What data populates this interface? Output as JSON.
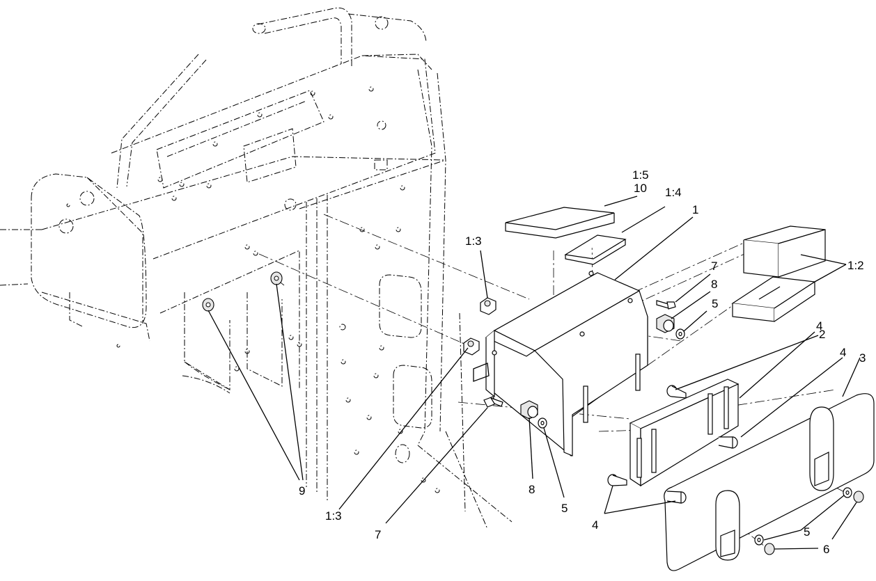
{
  "callouts": {
    "c_1_5": "1:5",
    "c_10": "10",
    "c_1_4": "1:4",
    "c_1": "1",
    "c_1_3_top": "1:3",
    "c_1_2": "1:2",
    "c_7_top": "7",
    "c_8_top": "8",
    "c_5_top": "5",
    "c_4_a": "4",
    "c_2": "2",
    "c_4_b": "4",
    "c_3": "3",
    "c_9": "9",
    "c_1_3_bottom": "1:3",
    "c_7_bottom": "7",
    "c_8_bottom": "8",
    "c_5_mid": "5",
    "c_4_bottom": "4",
    "c_5_right": "5",
    "c_6": "6"
  }
}
